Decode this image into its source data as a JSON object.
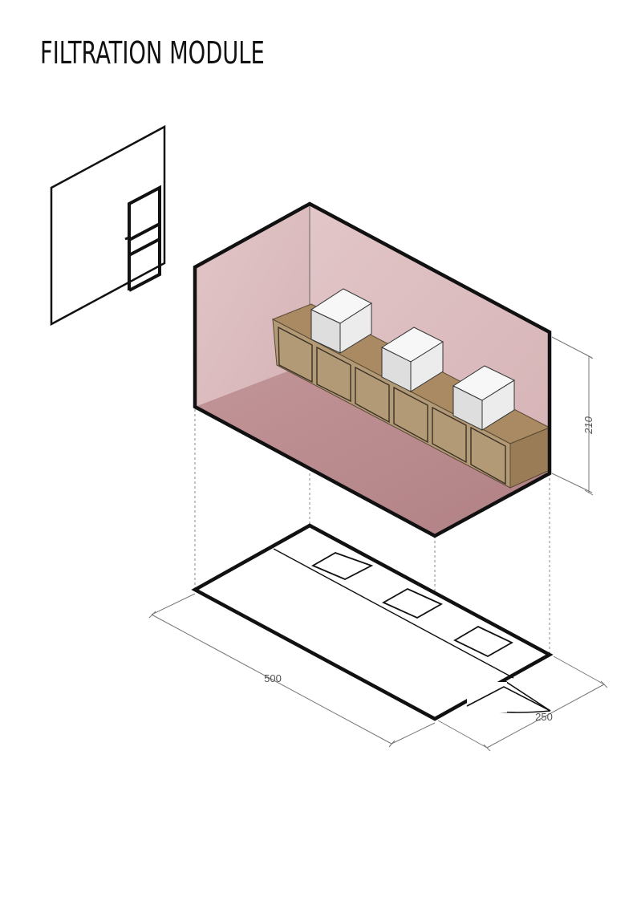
{
  "title": "FILTRATION MODULE",
  "dimensions": {
    "length": "500",
    "width": "250",
    "height": "210"
  },
  "colors": {
    "wall": "#dcbcbf",
    "floor": "#b9898d",
    "cabinet_top": "#a98a62",
    "cabinet_front": "#b7a07e",
    "filter_box": "#f1f1f1",
    "line": "#111111"
  }
}
